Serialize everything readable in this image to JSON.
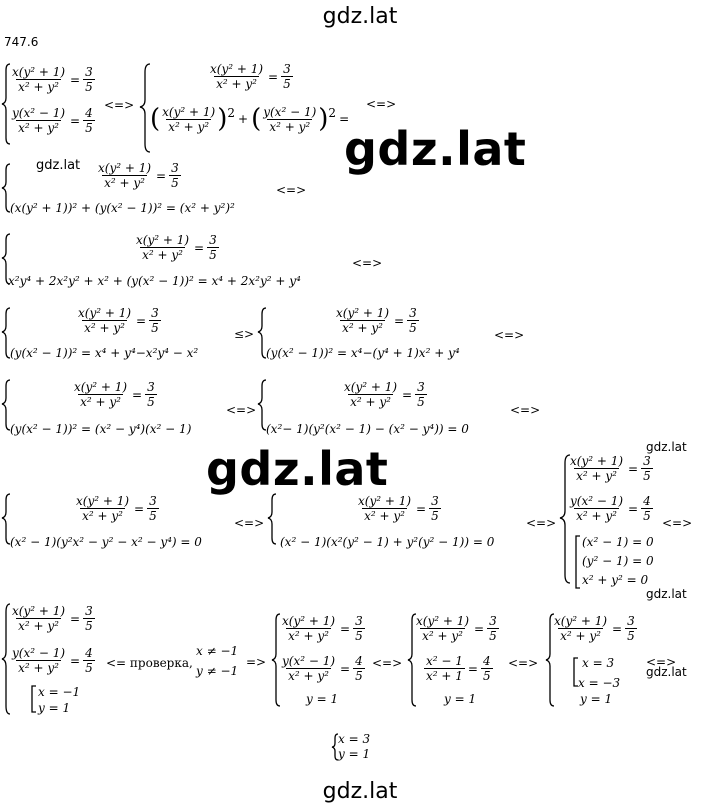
{
  "watermark": "gdz.lat",
  "problem_number": "747.6",
  "arrow": "<=>",
  "arrow_le": "≤>",
  "check_text": "<= проверка,",
  "fr": {
    "top_num": "x(y² + 1)",
    "den": "x² + y²",
    "bot_num": "y(x² − 1)",
    "three": "3",
    "four": "4",
    "five": "5",
    "sq_num1": "x(y² + 1)",
    "sq_num2": "y(x² − 1)",
    "x2m1": "x² − 1",
    "x2p1": "x² + 1"
  },
  "lines": {
    "s2b": "(x(y² + 1))² + (y(x² − 1))² = (x² + y²)²",
    "s3b": "x²y⁴ + 2x²y² + x² + (y(x² − 1))² = x⁴ + 2x²y² + y⁴",
    "s4b1": "(y(x² − 1))² = x⁴ + y⁴−x²y⁴ − x²",
    "s4b2": "(y(x² − 1))² = x⁴−(y⁴ + 1)x² + y⁴",
    "s5b1": "(y(x² − 1))² = (x² − y⁴)(x² − 1)",
    "s5b2": "(x²− 1)(y²(x² − 1) − (x² − y⁴)) = 0",
    "s6b1": "(x² − 1)(y²x² − y² − x² − y⁴) = 0",
    "s6b2": "(x² − 1)(x²(y² − 1) + y²(y² − 1)) = 0",
    "s6c1": "(x² − 1) = 0",
    "s6c2": "(y² − 1) = 0",
    "s6c3": "x² + y² = 0",
    "xm1": "x = −1",
    "y1": "y = 1",
    "xne": "x ≠ −1",
    "yne": "y ≠ −1",
    "x3": "x = 3",
    "xm3": "x = −3",
    "fin_x": "x = 3",
    "fin_y": "y = 1"
  }
}
